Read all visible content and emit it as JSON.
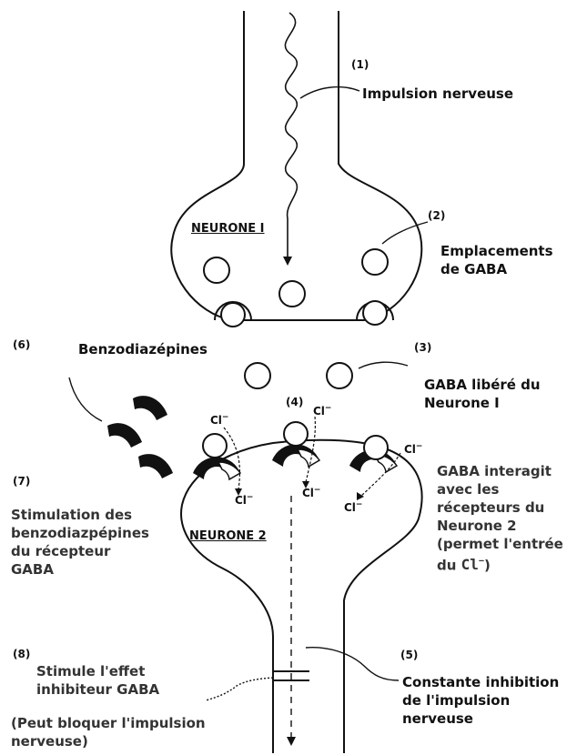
{
  "neuron_labels": {
    "neurone1": "NEURONE I",
    "neurone2": "NEURONE 2"
  },
  "steps": [
    {
      "num": "(1)",
      "label": "Impulsion nerveuse"
    },
    {
      "num": "(2)",
      "label": "Emplacements\nde GABA"
    },
    {
      "num": "(3)",
      "label": "GABA libéré du\nNeurone I"
    },
    {
      "num": "(4)",
      "label": ""
    },
    {
      "num": "(5)",
      "label": "Constante inhibition\nde l'impulsion\nnerveuse"
    },
    {
      "num": "(6)",
      "label": "Benzodiazépines"
    },
    {
      "num": "(7)",
      "label": "Stimulation des\nbenzodiazpépines\ndu récepteur\nGABA"
    },
    {
      "num": "(8)",
      "label": "Stimule l'effet\ninhibiteur GABA"
    }
  ],
  "gaba_interaction": "GABA interagit\navec les\nrécepteurs du\nNeurone 2\n(permet l'entrée\ndu ",
  "cl_symbol": "Cl",
  "cl_superscript": "−",
  "paren_close": ")",
  "block_note": "(Peut bloquer l'impulsion\nnerveuse)"
}
